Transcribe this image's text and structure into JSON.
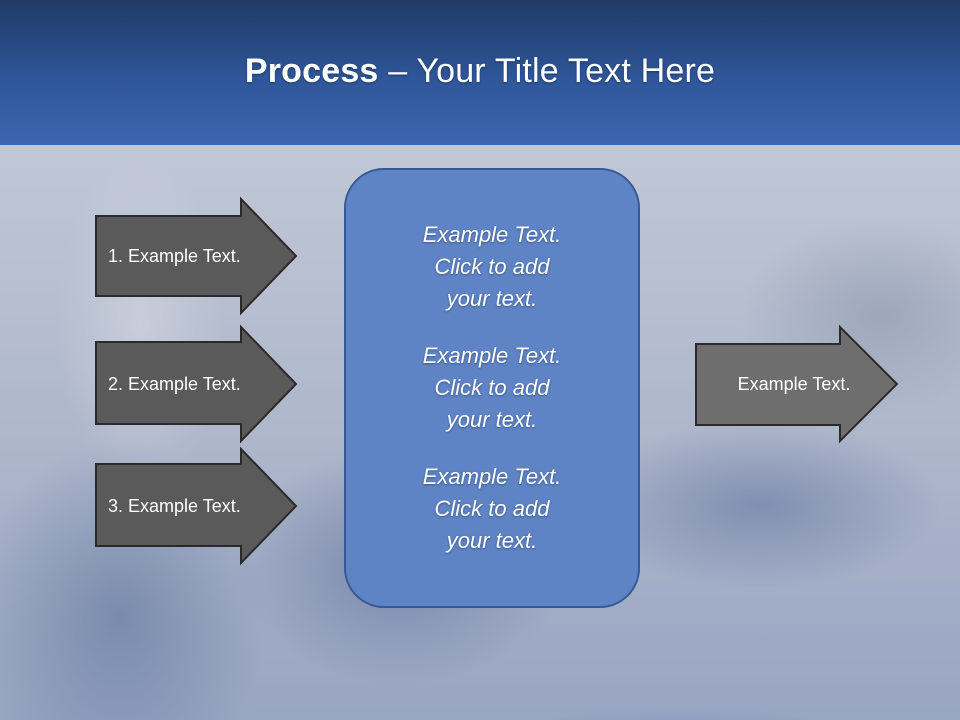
{
  "slide": {
    "title_bold": "Process",
    "title_rest": " – Your Title Text Here",
    "center_box": {
      "paragraphs": [
        "Example Text.\nClick  to add\nyour text.",
        "Example Text.\nClick  to add\nyour text.",
        "Example Text.\nClick  to add\nyour text."
      ]
    },
    "left_arrows": [
      {
        "label": "1. Example Text."
      },
      {
        "label": "2. Example Text."
      },
      {
        "label": "3. Example Text."
      }
    ],
    "right_arrow": {
      "label": "Example Text."
    }
  },
  "colors": {
    "header_blue": "#2f569a",
    "center_box_fill": "#5e84c6",
    "arrow_fill": "#5a5a5a",
    "right_arrow_fill": "#6e6e6e"
  }
}
